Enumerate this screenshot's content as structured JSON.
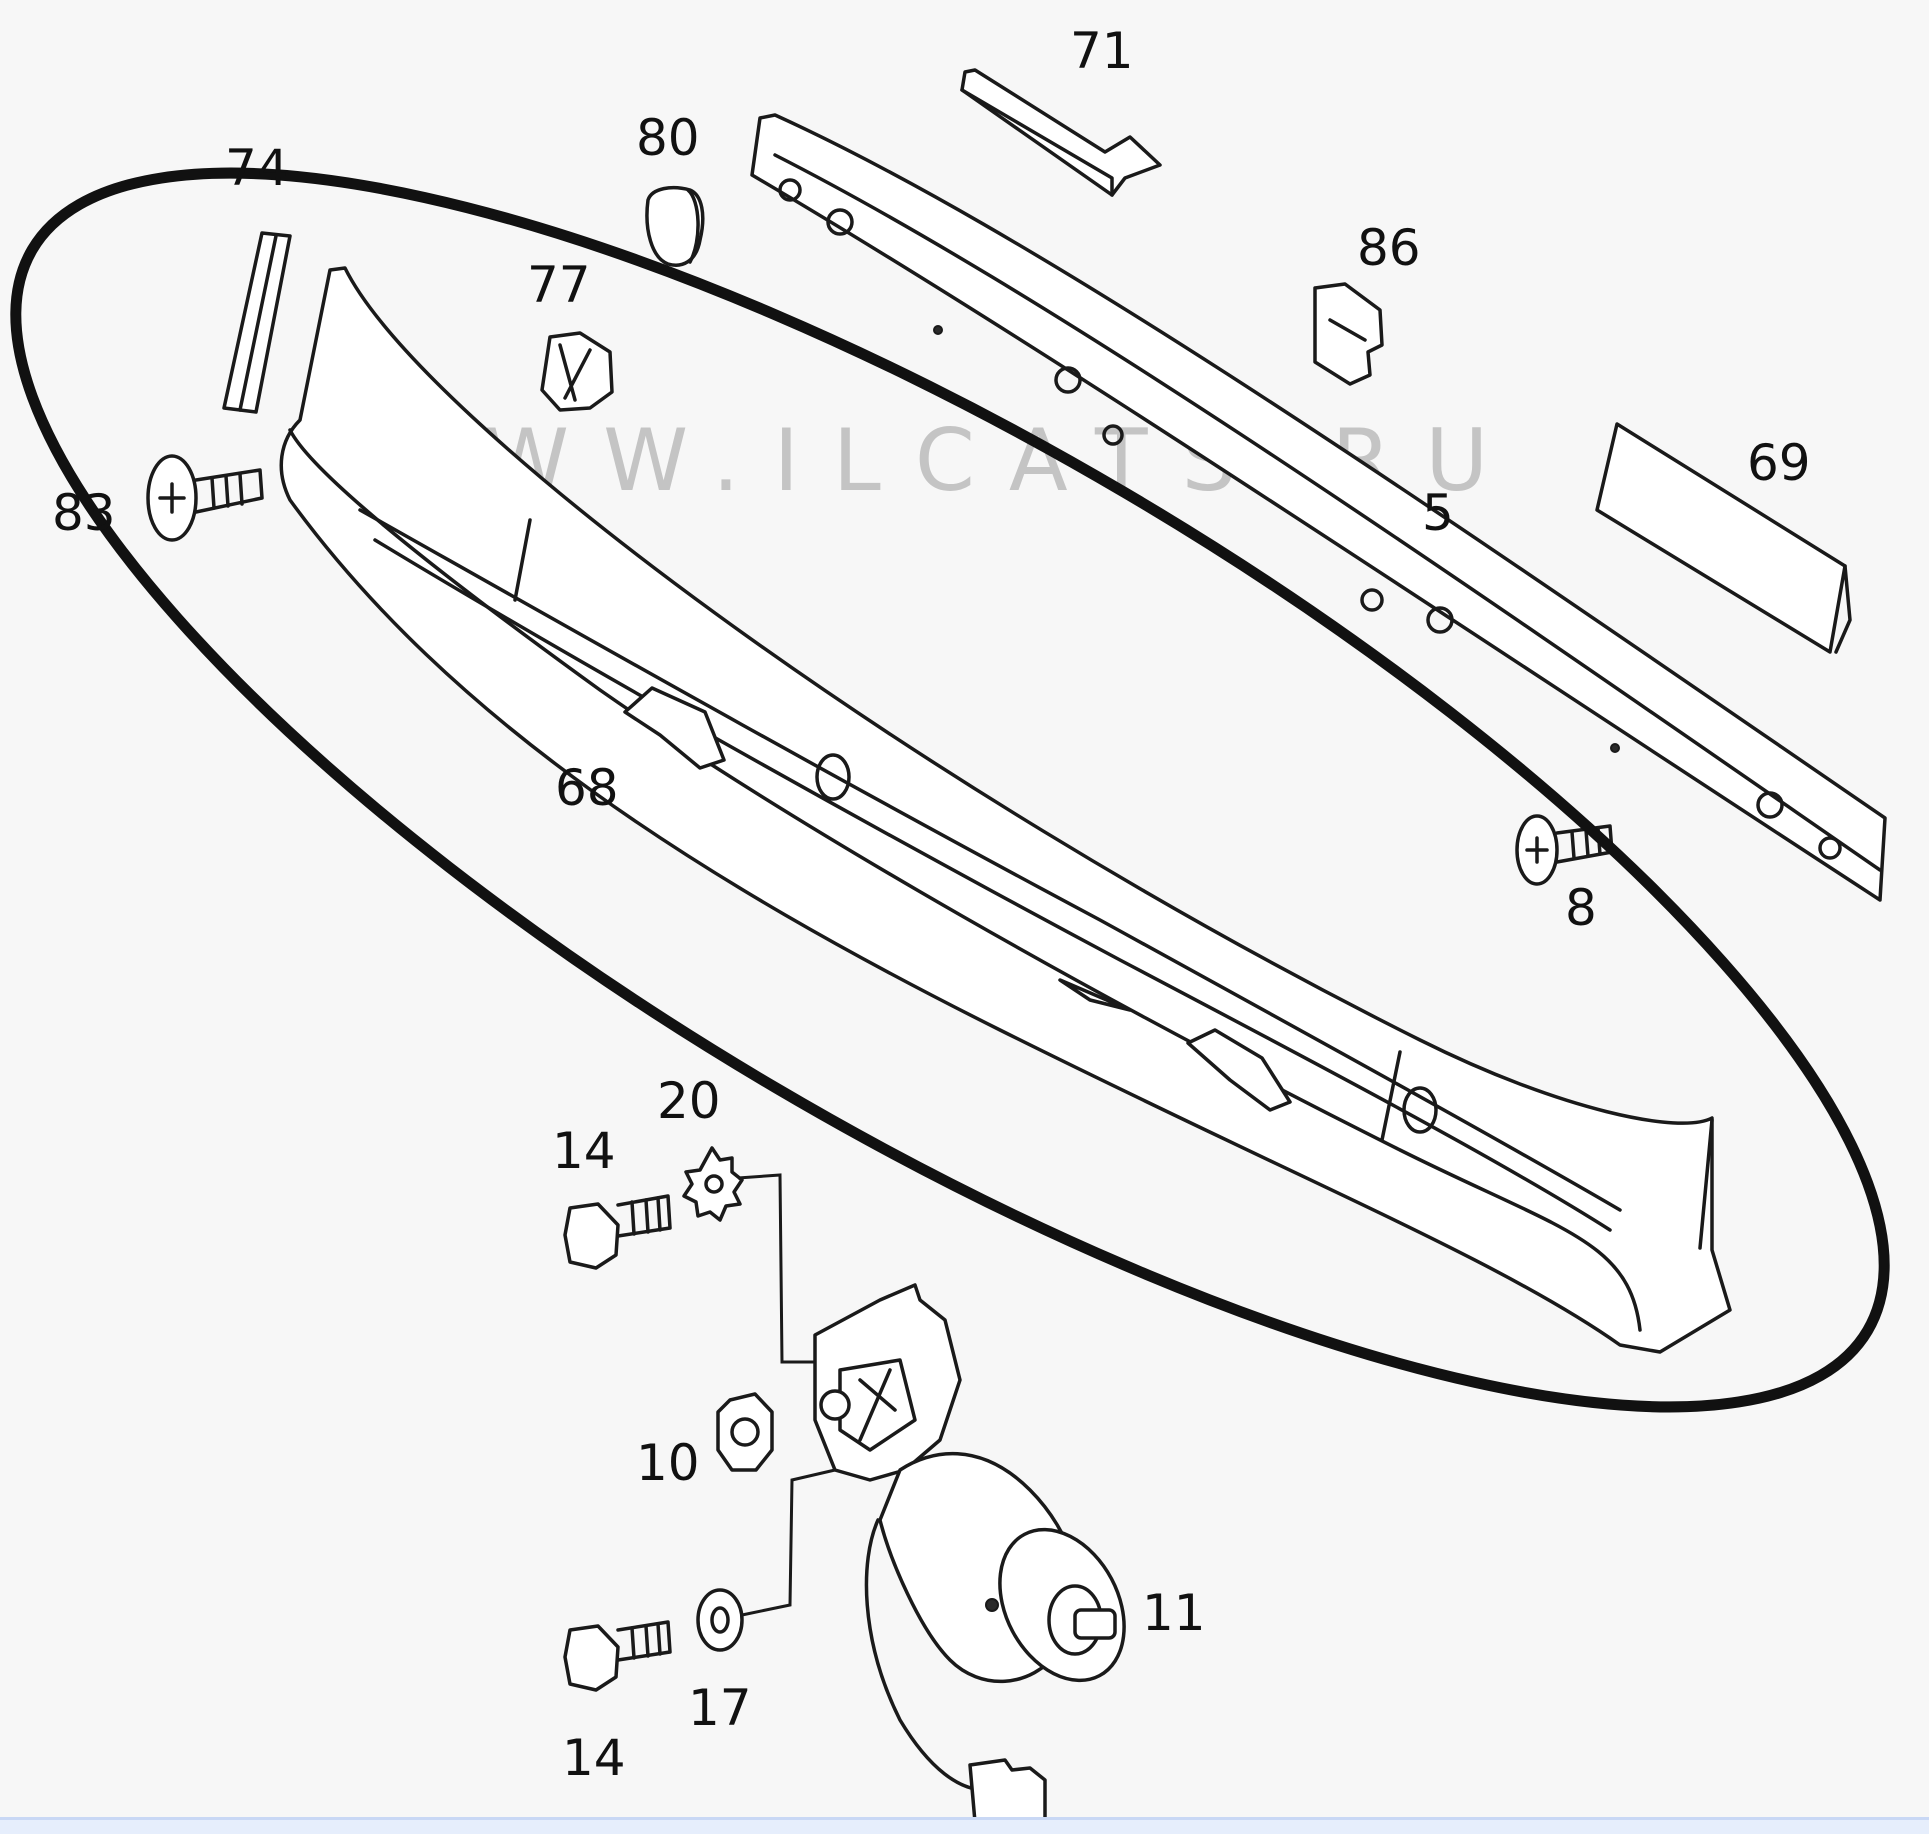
{
  "watermark": "WWW.ILCATS.RU",
  "callouts": {
    "p71": "71",
    "p80": "80",
    "p74": "74",
    "p77": "77",
    "p86": "86",
    "p69": "69",
    "p83": "83",
    "p5": "5",
    "p68": "68",
    "p8": "8",
    "p20": "20",
    "p14a": "14",
    "p10": "10",
    "p11": "11",
    "p17": "17",
    "p14b": "14"
  },
  "colors": {
    "background": "#f7f7f7",
    "line": "#1a1a1a",
    "watermark": "#c4c4c4"
  }
}
